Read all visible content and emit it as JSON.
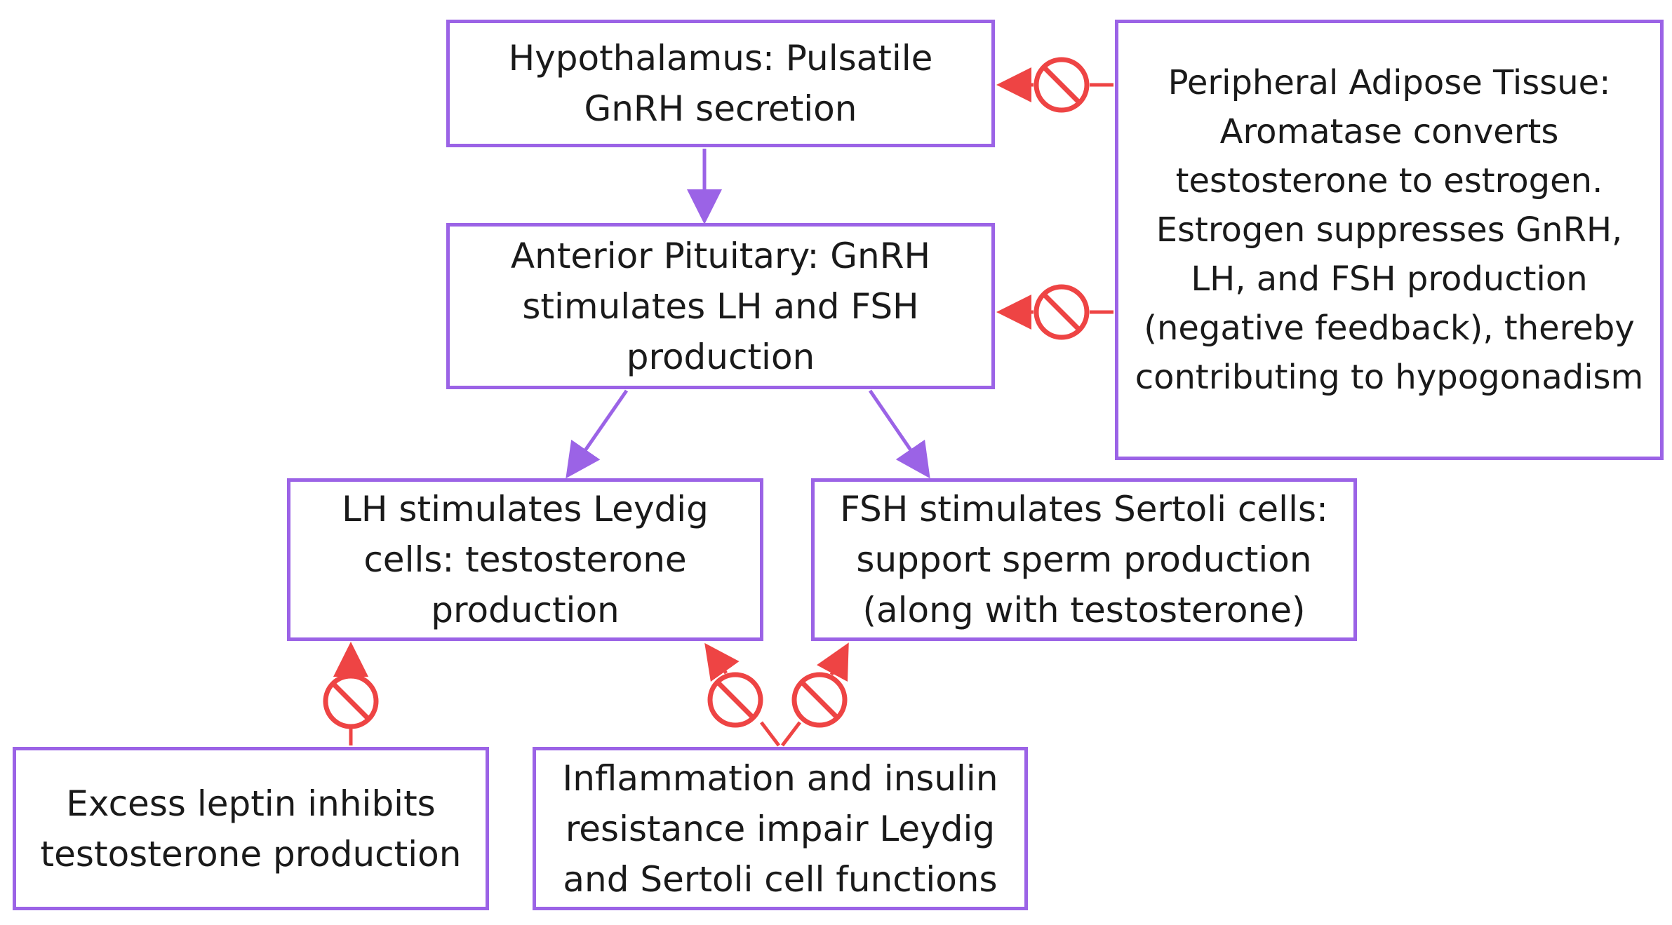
{
  "colors": {
    "box_border": "#9b63e6",
    "stimulate_arrow": "#9b63e6",
    "inhibit_arrow": "#ee4444",
    "text": "#1a1a1a",
    "background": "#ffffff"
  },
  "nodes": {
    "hypothalamus": "Hypothalamus: Pulsatile\nGnRH secretion",
    "pituitary": "Anterior Pituitary: GnRH\nstimulates LH and FSH\nproduction",
    "adipose": "Peripheral Adipose Tissue:\nAromatase converts\ntestosterone to estrogen.\nEstrogen suppresses GnRH,\nLH, and FSH production\n(negative feedback), thereby\ncontributing to hypogonadism",
    "leydig": "LH stimulates Leydig\ncells: testosterone\nproduction",
    "sertoli": "FSH stimulates Sertoli cells:\nsupport sperm production\n(along with testosterone)",
    "leptin": "Excess leptin inhibits\ntestosterone production",
    "inflammation": "Inflammation and insulin\nresistance impair Leydig\nand Sertoli cell functions"
  },
  "edges": [
    {
      "from": "hypothalamus",
      "to": "pituitary",
      "kind": "stimulates"
    },
    {
      "from": "pituitary",
      "to": "leydig",
      "kind": "stimulates"
    },
    {
      "from": "pituitary",
      "to": "sertoli",
      "kind": "stimulates"
    },
    {
      "from": "adipose",
      "to": "hypothalamus",
      "kind": "inhibits"
    },
    {
      "from": "adipose",
      "to": "pituitary",
      "kind": "inhibits"
    },
    {
      "from": "leptin",
      "to": "leydig",
      "kind": "inhibits"
    },
    {
      "from": "inflammation",
      "to": "leydig",
      "kind": "inhibits"
    },
    {
      "from": "inflammation",
      "to": "sertoli",
      "kind": "inhibits"
    }
  ],
  "icons": {
    "inhibit": "prohibition-sign-icon",
    "stimulate": "arrowhead-icon"
  }
}
